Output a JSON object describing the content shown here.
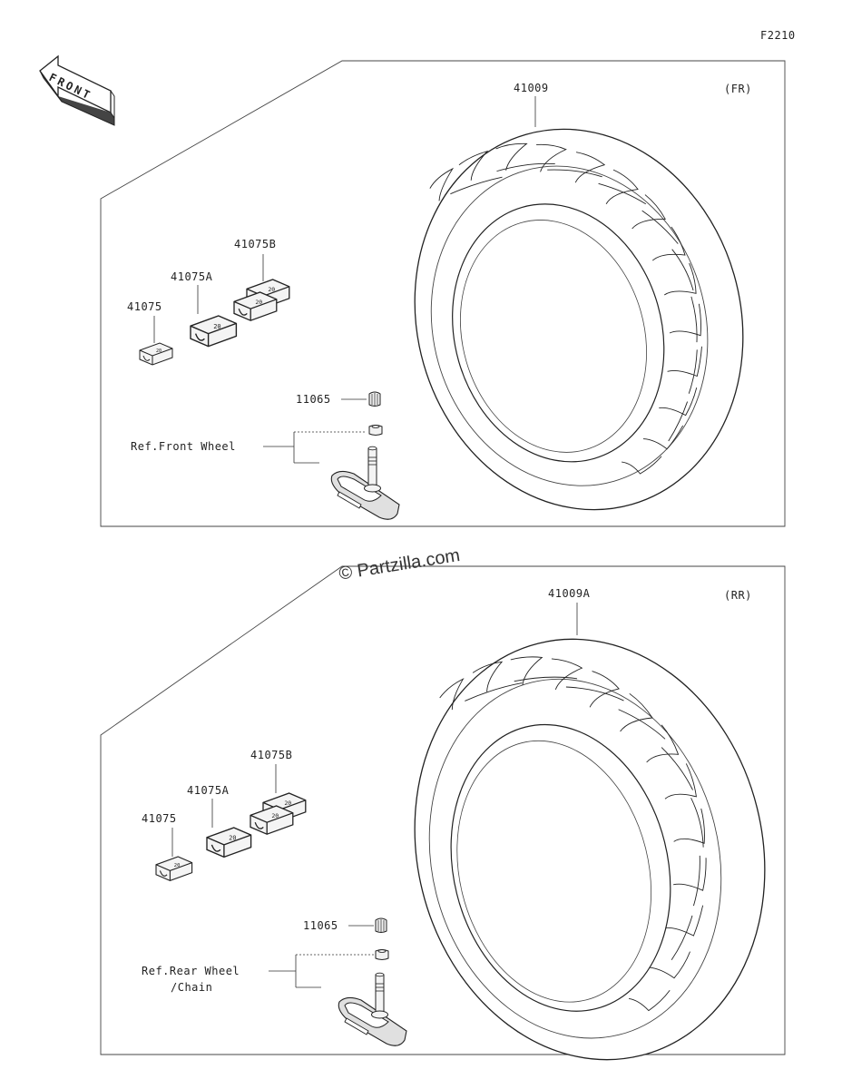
{
  "figure_code": "F2210",
  "front_arrow_label": "FRONT",
  "watermark": "© Partzilla.com",
  "front_section": {
    "position_label": "(FR)",
    "tire_part": "41009",
    "weight_parts": [
      "41075",
      "41075A",
      "41075B"
    ],
    "valve_cap_part": "11065",
    "ref_note": "Ref.Front Wheel"
  },
  "rear_section": {
    "position_label": "(RR)",
    "tire_part": "41009A",
    "weight_parts": [
      "41075",
      "41075A",
      "41075B"
    ],
    "valve_cap_part": "11065",
    "ref_note_lines": [
      "Ref.Rear Wheel",
      "/Chain"
    ]
  }
}
